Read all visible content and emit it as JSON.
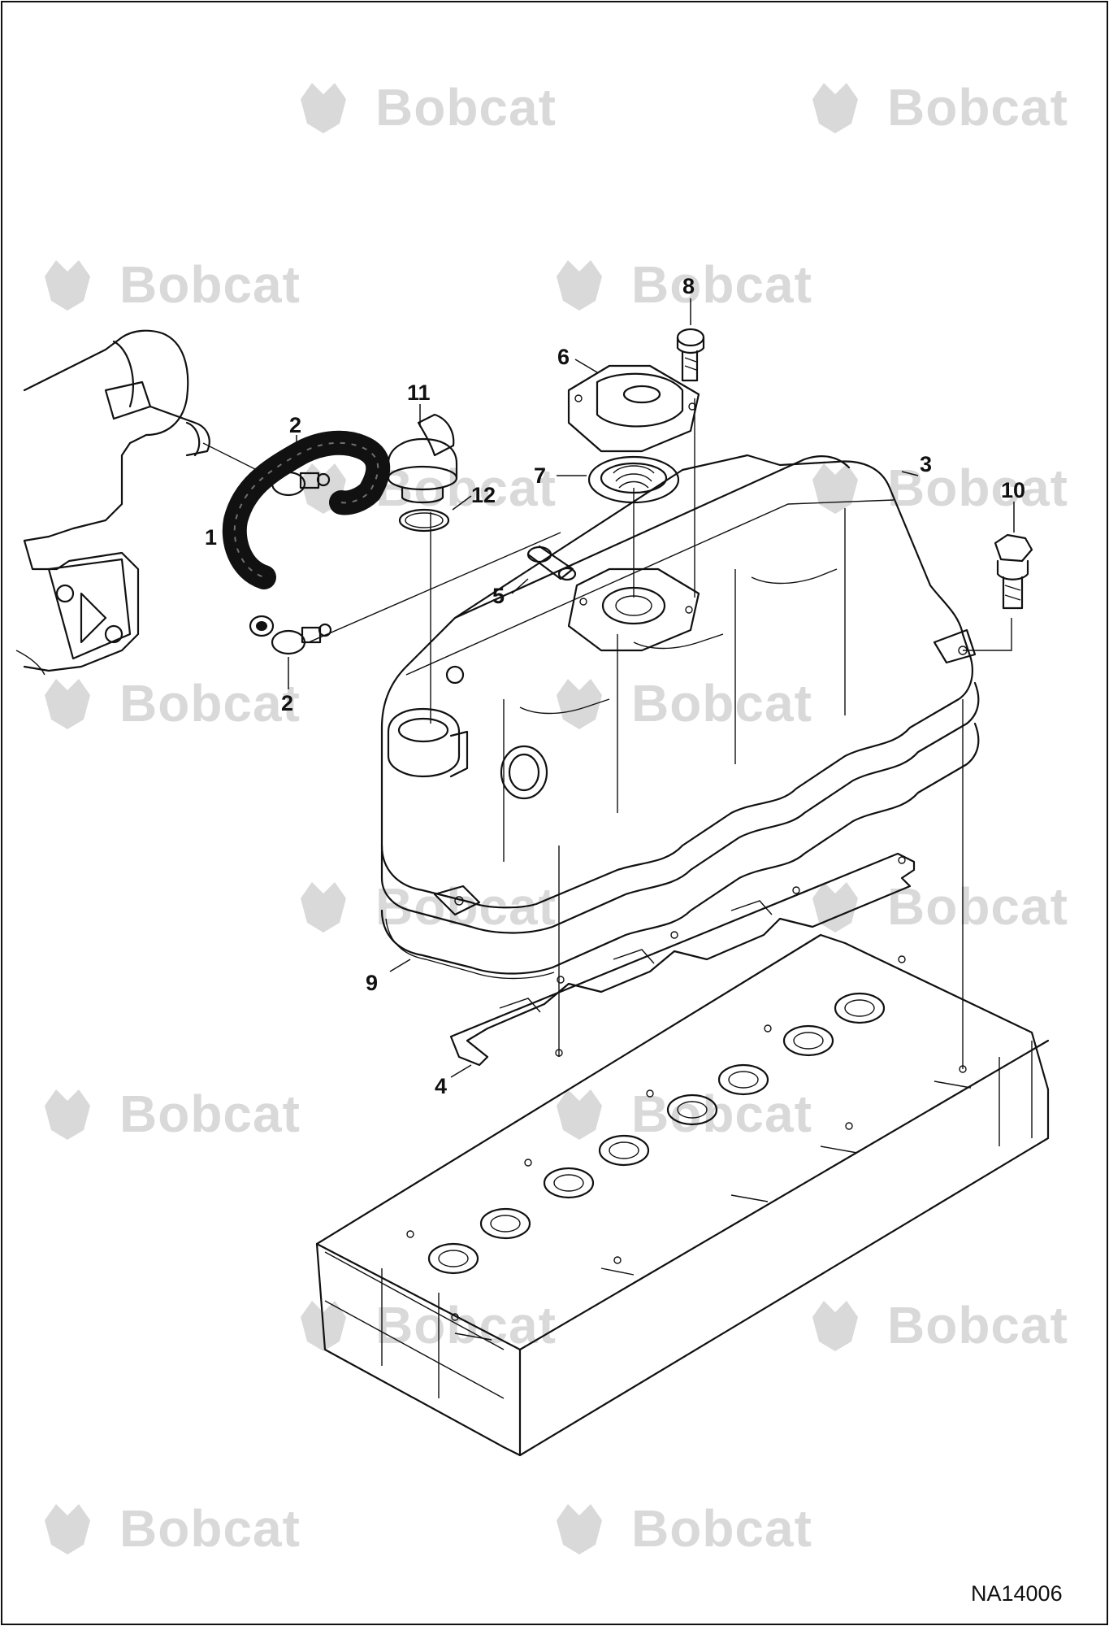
{
  "diagram": {
    "figure_id": "NA14006",
    "watermark_text": "Bobcat",
    "callouts": [
      {
        "id": "c1",
        "label": "1"
      },
      {
        "id": "c2a",
        "label": "2"
      },
      {
        "id": "c2b",
        "label": "2"
      },
      {
        "id": "c3",
        "label": "3"
      },
      {
        "id": "c4",
        "label": "4"
      },
      {
        "id": "c5",
        "label": "5"
      },
      {
        "id": "c6",
        "label": "6"
      },
      {
        "id": "c7",
        "label": "7"
      },
      {
        "id": "c8",
        "label": "8"
      },
      {
        "id": "c9",
        "label": "9"
      },
      {
        "id": "c10",
        "label": "10"
      },
      {
        "id": "c11",
        "label": "11"
      },
      {
        "id": "c12",
        "label": "12"
      }
    ],
    "colors": {
      "line": "#111111",
      "watermark": "#d9d9d9",
      "background": "#ffffff"
    }
  }
}
